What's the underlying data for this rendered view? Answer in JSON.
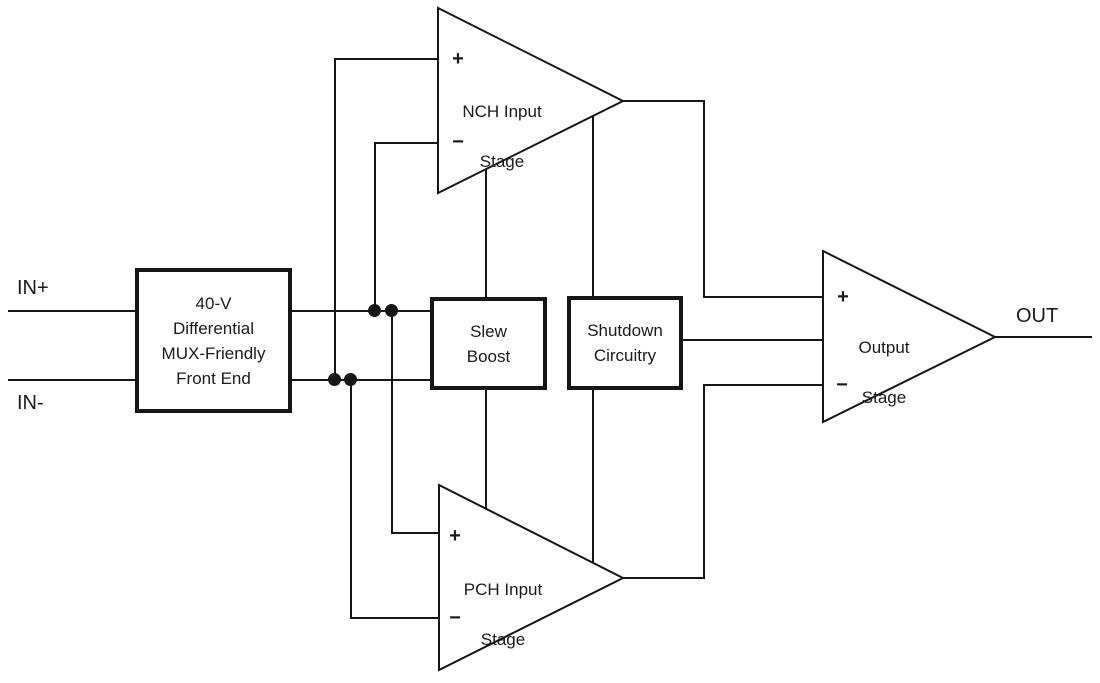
{
  "pins": {
    "in_plus": "IN+",
    "in_minus": "IN-",
    "out": "OUT"
  },
  "blocks": {
    "front_end": {
      "line1": "40-V",
      "line2": "Differential",
      "line3": "MUX-Friendly",
      "line4": "Front End"
    },
    "slew_boost": {
      "line1": "Slew",
      "line2": "Boost"
    },
    "shutdown": {
      "line1": "Shutdown",
      "line2": "Circuitry"
    }
  },
  "amplifiers": {
    "nch": {
      "line1": "NCH Input",
      "line2": "Stage",
      "plus": "+",
      "minus": "−"
    },
    "pch": {
      "line1": "PCH Input",
      "line2": "Stage",
      "plus": "+",
      "minus": "−"
    },
    "output_stage": {
      "line1": "Output",
      "line2": "Stage",
      "plus": "+",
      "minus": "−"
    }
  },
  "colors": {
    "line": "#161616",
    "text": "#1b1b1b",
    "background": "#ffffff"
  }
}
